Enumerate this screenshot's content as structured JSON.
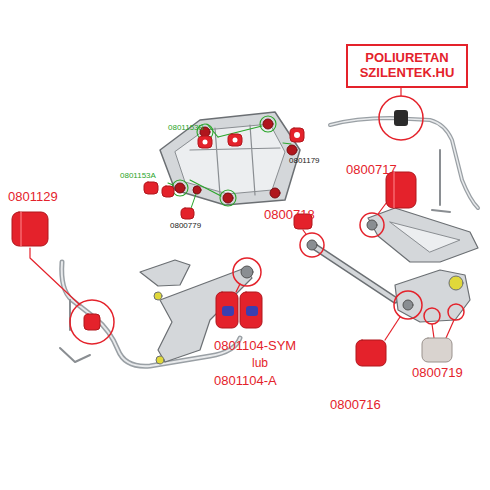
{
  "diagram": {
    "nodes": [
      {
        "text": [
          "POLIURETAN SZILENTEK.HU"
        ]
      }
    ],
    "labels": [
      "0801129",
      "0801153B",
      "0801179",
      "0801153A",
      "0800779",
      "0801104-SYM",
      "lub",
      "0801104-A",
      "0800717",
      "0800718",
      "0800716",
      "0800719"
    ]
  }
}
